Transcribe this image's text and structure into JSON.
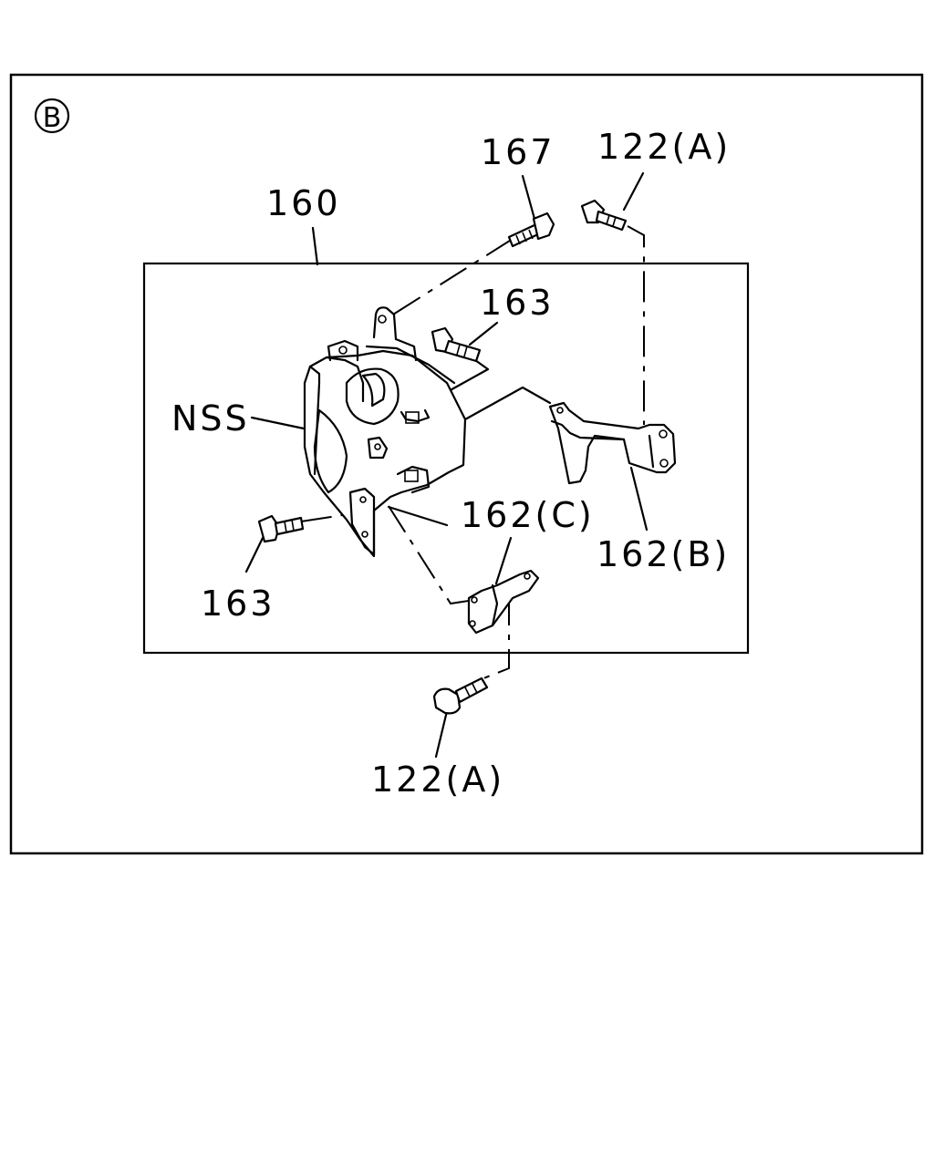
{
  "section_marker": "B",
  "labels": {
    "l160": "160",
    "l167": "167",
    "l122a_top": "122(A)",
    "l163_top": "163",
    "lNSS": "NSS",
    "l162c": "162(C)",
    "l162b": "162(B)",
    "l163_bottom": "163",
    "l122a_bottom": "122(A)"
  }
}
